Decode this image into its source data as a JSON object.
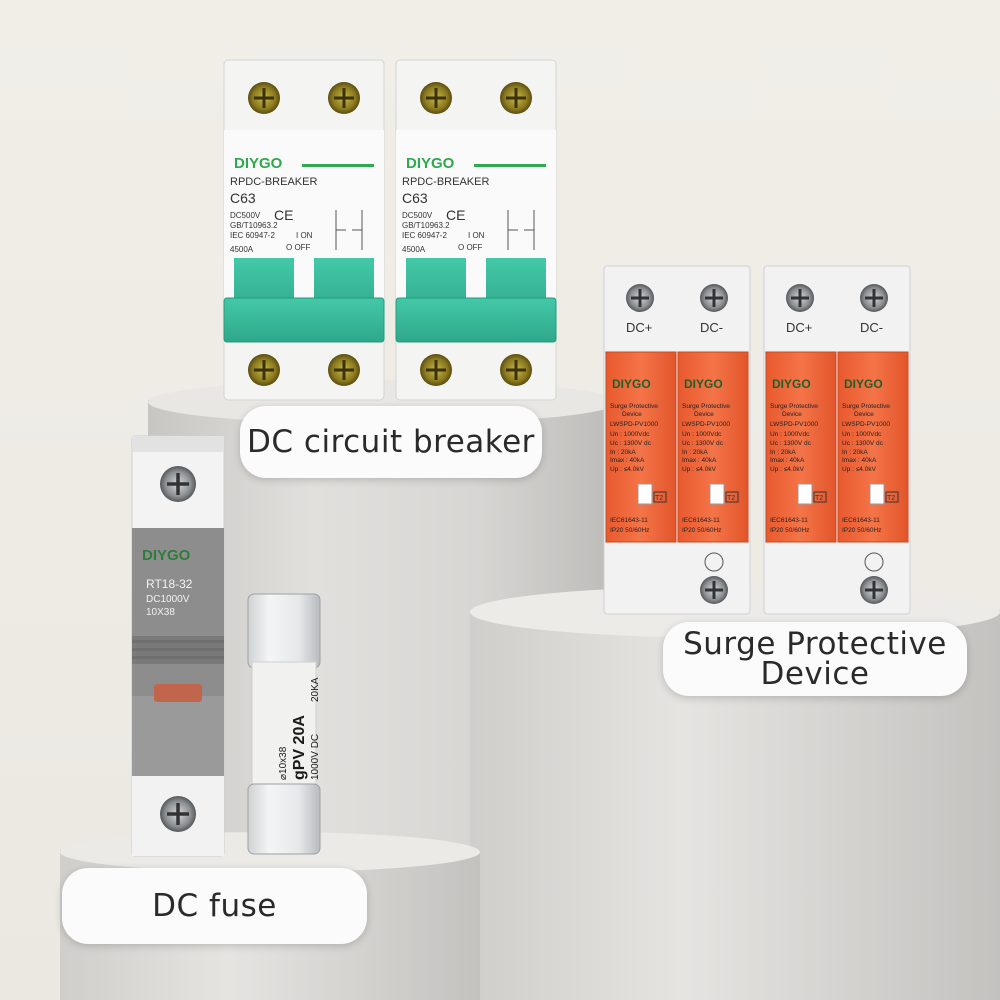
{
  "labels": {
    "breaker": "DC circuit breaker",
    "spd_line1": "Surge Protective",
    "spd_line2": "Device",
    "fuse": "DC fuse"
  },
  "breaker": {
    "brand": "DIYGO",
    "model": "RPDC-BREAKER",
    "rating": "C63",
    "voltage": "DC500V",
    "std1": "GB/T10963.2",
    "std2": "IEC 60947-2",
    "capacity": "4500A",
    "on": "I ON",
    "off": "O OFF"
  },
  "spd": {
    "brand": "DIYGO",
    "pos": "DC+",
    "neg": "DC-",
    "title1": "Surge Protective",
    "title2": "Device",
    "model": "LWSPD-PV1000",
    "un": "Un : 1000Vdc",
    "uc": "Uc : 1300V dc",
    "in": "In : 20kA",
    "imax": "Imax : 40kA",
    "up": "Up : ≤4.0kV",
    "class": "T2",
    "std": "IEC61643-11",
    "ip": "IP20 50/60Hz"
  },
  "fuse_holder": {
    "brand": "DIYGO",
    "model": "RT18-32",
    "voltage": "DC1000V",
    "size": "10X38"
  },
  "fuse": {
    "rating": "gPV 20A",
    "size": "⌀10x38",
    "volt": "1000V DC",
    "ka": "20KA"
  },
  "colors": {
    "breaker_green": "#3dbfa0",
    "spd_orange": "#f06a3c",
    "brand_green": "#2fa84f",
    "pedestal": "#d8d6d3"
  }
}
